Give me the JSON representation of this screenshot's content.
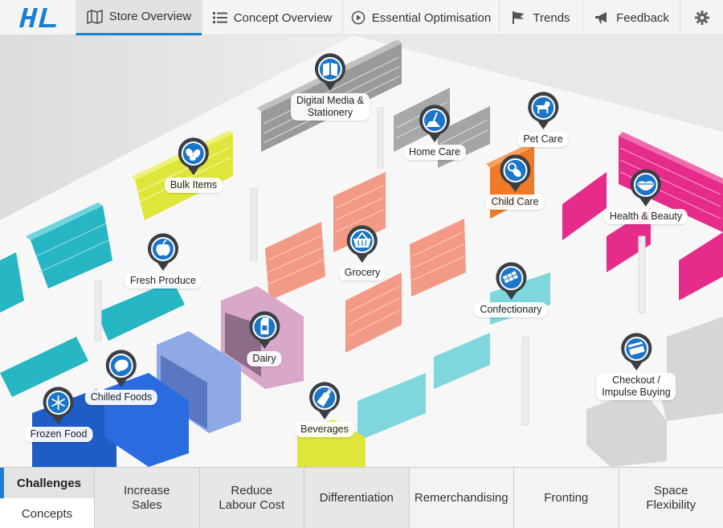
{
  "nav": {
    "logo_alt": "HL",
    "tabs": [
      {
        "label": "Store Overview",
        "icon": "map-icon",
        "active": true
      },
      {
        "label": "Concept Overview",
        "icon": "list-icon",
        "active": false
      },
      {
        "label": "Essential Optimisation",
        "icon": "play-circle-icon",
        "active": false
      },
      {
        "label": "Trends",
        "icon": "flag-icon",
        "active": false
      },
      {
        "label": "Feedback",
        "icon": "megaphone-icon",
        "active": false
      }
    ],
    "settings_icon": "gear-icon"
  },
  "colors": {
    "accent": "#1a7fd1",
    "pin_dark": "#3a3f46",
    "pin_fill": "#1b75c9",
    "teal": "#27b6c4",
    "salmon": "#f29a86",
    "magenta": "#e62b8a",
    "yellow": "#dfe63a",
    "orange": "#f07a25",
    "lavender": "#d9a7c7",
    "blue": "#1f5cc4",
    "periwinkle": "#8fa9e6",
    "gray": "#8f8f8f"
  },
  "pins": [
    {
      "label": "Digital Media &\nStationery",
      "icon": "book-icon"
    },
    {
      "label": "Home Care",
      "icon": "mop-icon"
    },
    {
      "label": "Pet Care",
      "icon": "dog-icon"
    },
    {
      "label": "Bulk Items",
      "icon": "beans-icon"
    },
    {
      "label": "Child Care",
      "icon": "pacifier-icon"
    },
    {
      "label": "Health & Beauty",
      "icon": "lips-icon"
    },
    {
      "label": "Fresh Produce",
      "icon": "apple-icon"
    },
    {
      "label": "Grocery",
      "icon": "basket-icon"
    },
    {
      "label": "Confectionary",
      "icon": "chocolate-icon"
    },
    {
      "label": "Dairy",
      "icon": "milk-carton-icon"
    },
    {
      "label": "Chilled Foods",
      "icon": "meat-icon"
    },
    {
      "label": "Checkout /\nImpulse Buying",
      "icon": "card-icon"
    },
    {
      "label": "Frozen Food",
      "icon": "snowflake-icon"
    },
    {
      "label": "Beverages",
      "icon": "bottle-icon"
    }
  ],
  "bottom": {
    "challenges": "Challenges",
    "concepts": "Concepts",
    "options": [
      "Increase\nSales",
      "Reduce\nLabour Cost",
      "Differentiation",
      "Remerchandising",
      "Fronting",
      "Space\nFlexibility"
    ]
  }
}
